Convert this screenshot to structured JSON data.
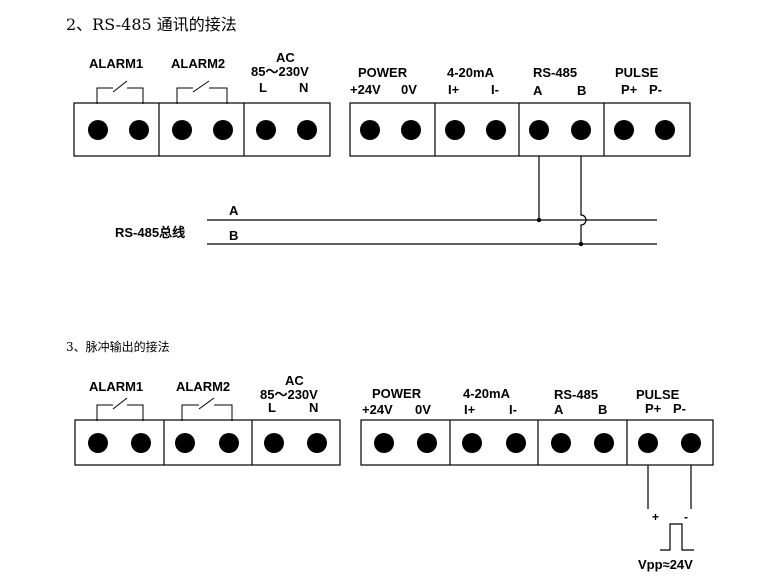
{
  "section2": {
    "heading": "2、RS-485 通讯的接法",
    "alarm1": "ALARM1",
    "alarm2": "ALARM2",
    "ac": "AC",
    "ac_range": "85～230V",
    "l": "L",
    "n": "N",
    "power": "POWER",
    "p24": "+24V",
    "p0": "0V",
    "ma": "4-20mA",
    "iplus": "I+",
    "iminus": "I-",
    "rs485": "RS-485",
    "a": "A",
    "b": "B",
    "pulse": "PULSE",
    "pplus": "P+",
    "pminus": "P-",
    "bus_label": "RS-485总线",
    "bus_a": "A",
    "bus_b": "B"
  },
  "section3": {
    "heading": "3、脉冲输出的接法",
    "alarm1": "ALARM1",
    "alarm2": "ALARM2",
    "ac": "AC",
    "ac_range": "85～230V",
    "l": "L",
    "n": "N",
    "power": "POWER",
    "p24": "+24V",
    "p0": "0V",
    "ma": "4-20mA",
    "iplus": "I+",
    "iminus": "I-",
    "rs485": "RS-485",
    "a": "A",
    "b": "B",
    "pulse": "PULSE",
    "pplus": "P+",
    "pminus": "P-",
    "plus_sign": "+",
    "minus_sign": "-",
    "vpp": "Vpp≈24V"
  }
}
